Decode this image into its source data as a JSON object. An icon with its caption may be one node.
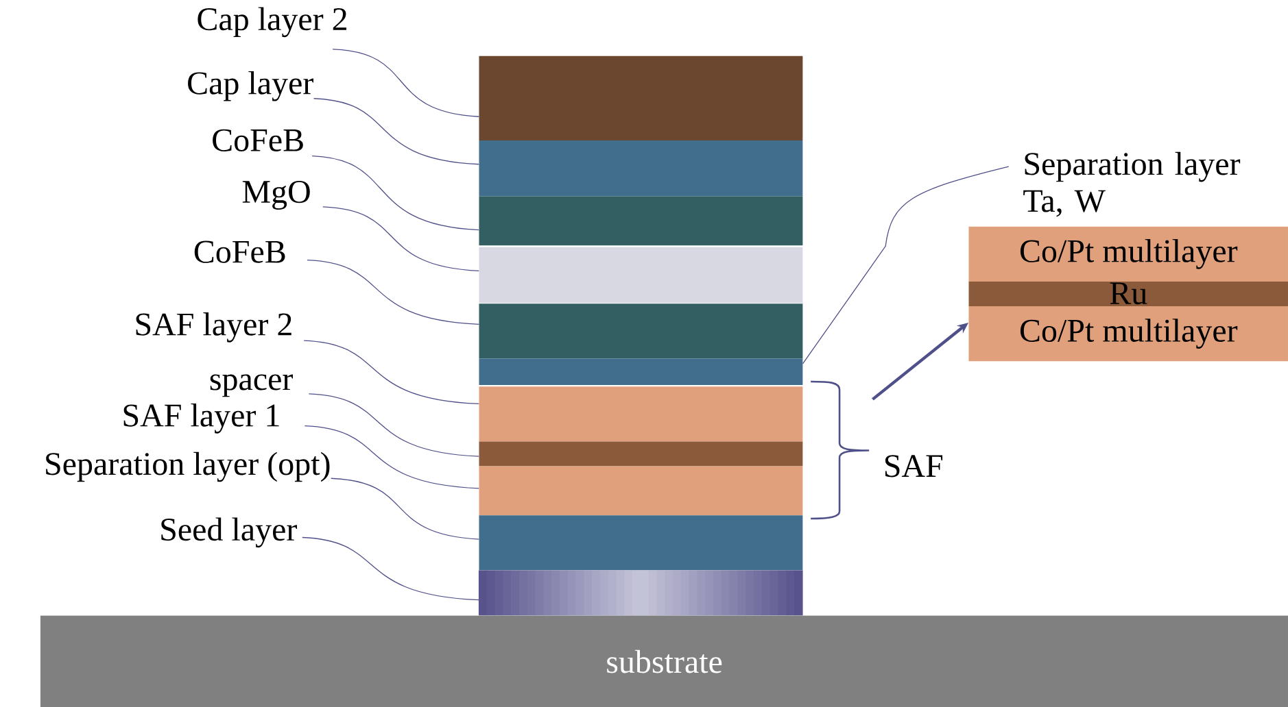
{
  "diagram": {
    "nodes": [
      {
        "text": [
          "Cap layer 2"
        ]
      },
      {
        "text": [
          "Cap layer"
        ]
      },
      {
        "text": [
          "CoFeB"
        ]
      },
      {
        "text": [
          "MgO"
        ]
      },
      {
        "text": [
          "CoFeB"
        ]
      },
      {
        "text": [
          "SAF layer 2"
        ]
      },
      {
        "text": [
          "spacer"
        ]
      },
      {
        "text": [
          "SAF layer 1"
        ]
      },
      {
        "text": [
          "Separation layer (opt)"
        ]
      },
      {
        "text": [
          "Seed layer"
        ]
      },
      {
        "text": [],
        "shape": "box"
      },
      {
        "text": [],
        "shape": "box"
      },
      {
        "text": [],
        "shape": "box"
      },
      {
        "text": [],
        "shape": "box"
      },
      {
        "text": [],
        "shape": "box"
      },
      {
        "text": [],
        "shape": "box"
      },
      {
        "text": [],
        "shape": "box"
      },
      {
        "text": [],
        "shape": "box"
      },
      {
        "text": [],
        "shape": "box"
      },
      {
        "text": [],
        "shape": "box"
      },
      {
        "text": [],
        "shape": "box"
      },
      {
        "text": [
          "substrate"
        ]
      },
      {
        "text": [
          "Separation layer Ta, W"
        ]
      },
      {
        "text": [
          "Co/Pt multilayer"
        ]
      },
      {
        "text": [
          "Ru"
        ]
      },
      {
        "text": [
          "Co/Pt multilayer"
        ]
      },
      {
        "text": [],
        "shape": "bracket"
      }
    ],
    "edges": [
      {
        "from": 0,
        "to": 10,
        "arrow": "none"
      },
      {
        "from": 1,
        "to": 11,
        "arrow": "none"
      },
      {
        "from": 2,
        "to": 12,
        "arrow": "none"
      },
      {
        "from": 3,
        "to": 13,
        "arrow": "none"
      },
      {
        "from": 4,
        "to": 14,
        "arrow": "none"
      },
      {
        "from": 5,
        "to": 16,
        "arrow": "none"
      },
      {
        "from": 6,
        "to": 17,
        "arrow": "none"
      },
      {
        "from": 7,
        "to": 18,
        "arrow": "none"
      },
      {
        "from": 8,
        "to": 19,
        "arrow": "none"
      },
      {
        "from": 9,
        "to": 20,
        "arrow": "none"
      },
      {
        "from": 22,
        "to": 15,
        "arrow": "none"
      },
      {
        "from": 26,
        "to": 25,
        "arrow": "to",
        "style": "thick"
      }
    ],
    "labels": [
      "SAF"
    ]
  }
}
